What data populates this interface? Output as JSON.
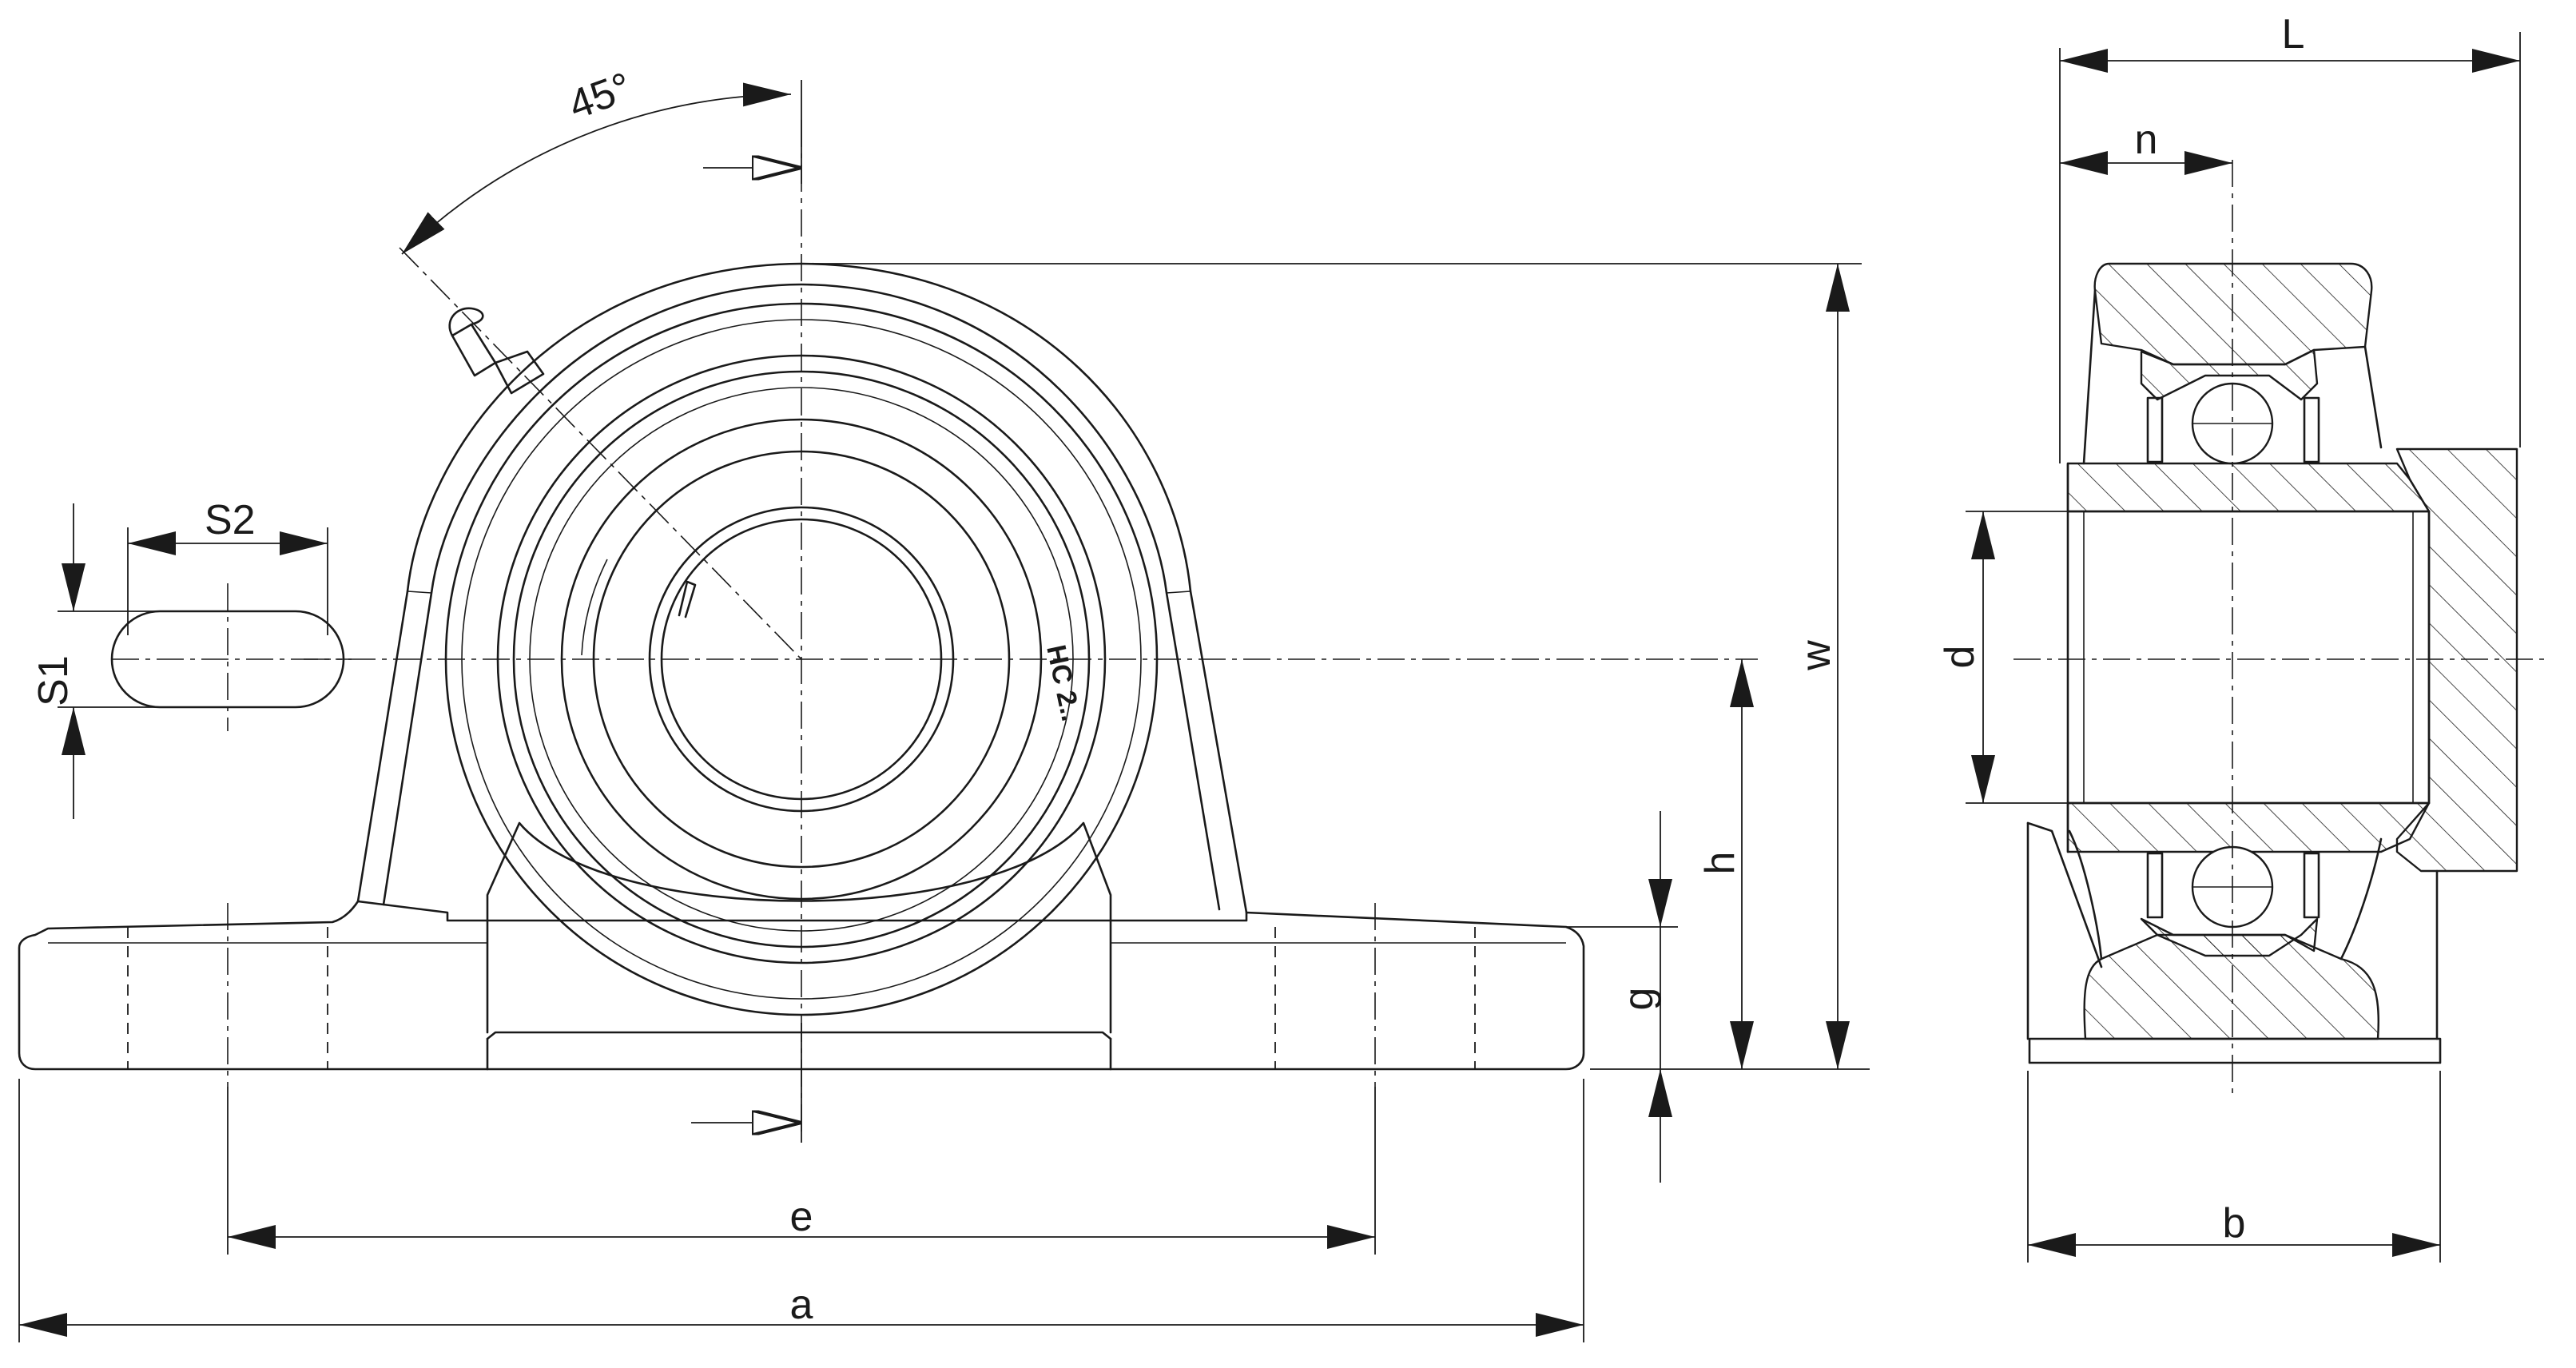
{
  "front_view": {
    "angle_label": "45°",
    "dim_s2": "S2",
    "dim_s1": "S1",
    "dim_w": "w",
    "dim_h": "h",
    "dim_g": "g",
    "dim_e": "e",
    "dim_a": "a",
    "housing_marking": "HC 2.."
  },
  "side_view": {
    "dim_L": "L",
    "dim_n": "n",
    "dim_d": "d",
    "dim_b": "b"
  }
}
